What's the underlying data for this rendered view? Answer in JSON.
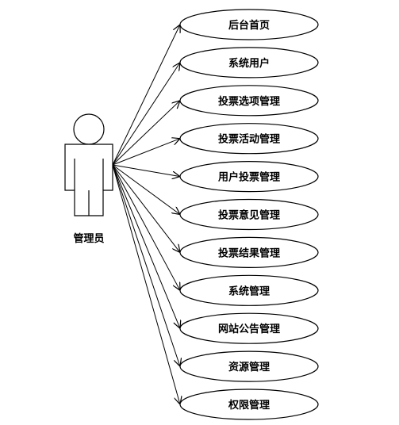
{
  "actor": {
    "label": "管理员"
  },
  "use_cases": [
    {
      "label": "后台首页"
    },
    {
      "label": "系统用户"
    },
    {
      "label": "投票选项管理"
    },
    {
      "label": "投票活动管理"
    },
    {
      "label": "用户投票管理"
    },
    {
      "label": "投票意见管理"
    },
    {
      "label": "投票结果管理"
    },
    {
      "label": "系统管理"
    },
    {
      "label": "网站公告管理"
    },
    {
      "label": "资源管理"
    },
    {
      "label": "权限管理"
    }
  ]
}
